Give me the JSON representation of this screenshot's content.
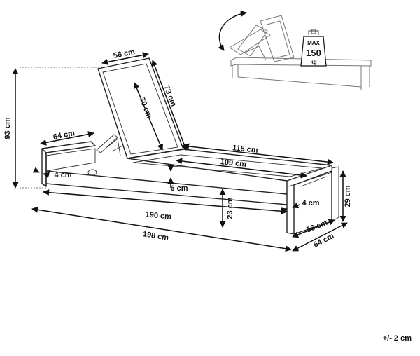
{
  "dimensions": {
    "backrest_width": "56 cm",
    "backrest_length_outer": "73 cm",
    "backrest_length_inner": "70 cm",
    "total_height": "93 cm",
    "head_width": "64 cm",
    "frame_profile": "4 cm",
    "seat_thickness": "6 cm",
    "bed_length_outer": "115 cm",
    "bed_length_inner": "109 cm",
    "leg_height": "23 cm",
    "side_profile": "4 cm",
    "end_height": "29 cm",
    "inner_length": "190 cm",
    "total_length": "198 cm",
    "inner_width": "56 cm",
    "total_width": "64 cm"
  },
  "badge": {
    "line1": "MAX",
    "line2": "150",
    "line3": "kg"
  },
  "tolerance": "+/- 2 cm",
  "colors": {
    "line": "#222222",
    "gray": "#777777"
  }
}
